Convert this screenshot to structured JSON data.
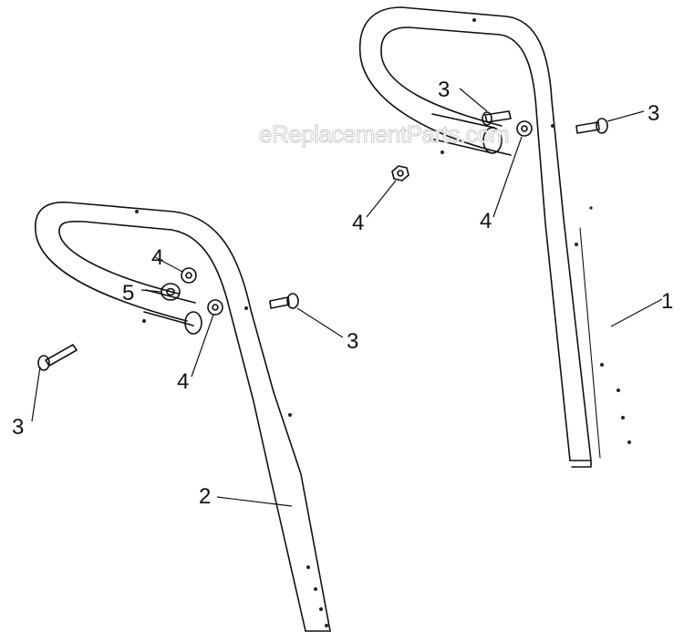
{
  "watermark": "eReplacementParts.com",
  "callouts": {
    "c1": "1",
    "c2": "2",
    "c3a": "3",
    "c3b": "3",
    "c3c": "3",
    "c3d": "3",
    "c4a": "4",
    "c4b": "4",
    "c4c": "4",
    "c4d": "4",
    "c5": "5"
  }
}
